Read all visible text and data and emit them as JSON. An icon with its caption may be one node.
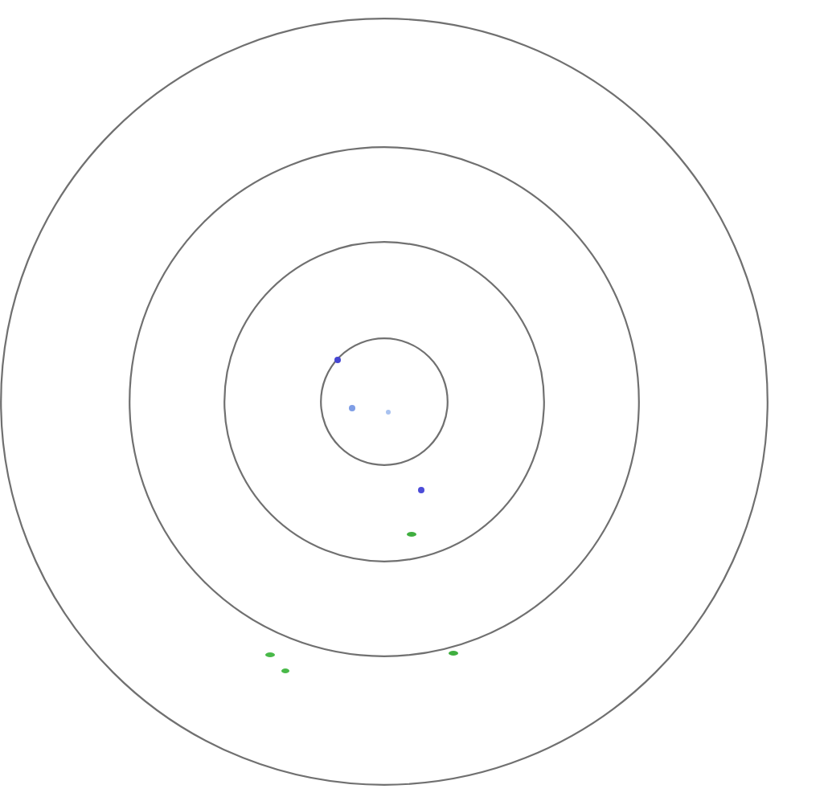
{
  "diagram": {
    "nodes": [
      {
        "text": [],
        "shape": "circle"
      },
      {
        "text": [],
        "shape": "circle",
        "in": 0
      },
      {
        "text": [],
        "shape": "circle",
        "in": 1
      },
      {
        "text": [],
        "shape": "circle",
        "in": 2
      },
      {
        "text": [],
        "shape": "dot",
        "in": 3
      },
      {
        "text": [],
        "shape": "dot",
        "in": 3
      },
      {
        "text": [],
        "shape": "dot",
        "in": 3
      },
      {
        "text": [],
        "shape": "dot",
        "in": 2
      },
      {
        "text": [],
        "shape": "dot",
        "in": 2
      },
      {
        "text": [],
        "shape": "dot",
        "in": 0
      },
      {
        "text": [],
        "shape": "dot",
        "in": 0
      },
      {
        "text": [],
        "shape": "dot",
        "in": 0
      }
    ]
  }
}
